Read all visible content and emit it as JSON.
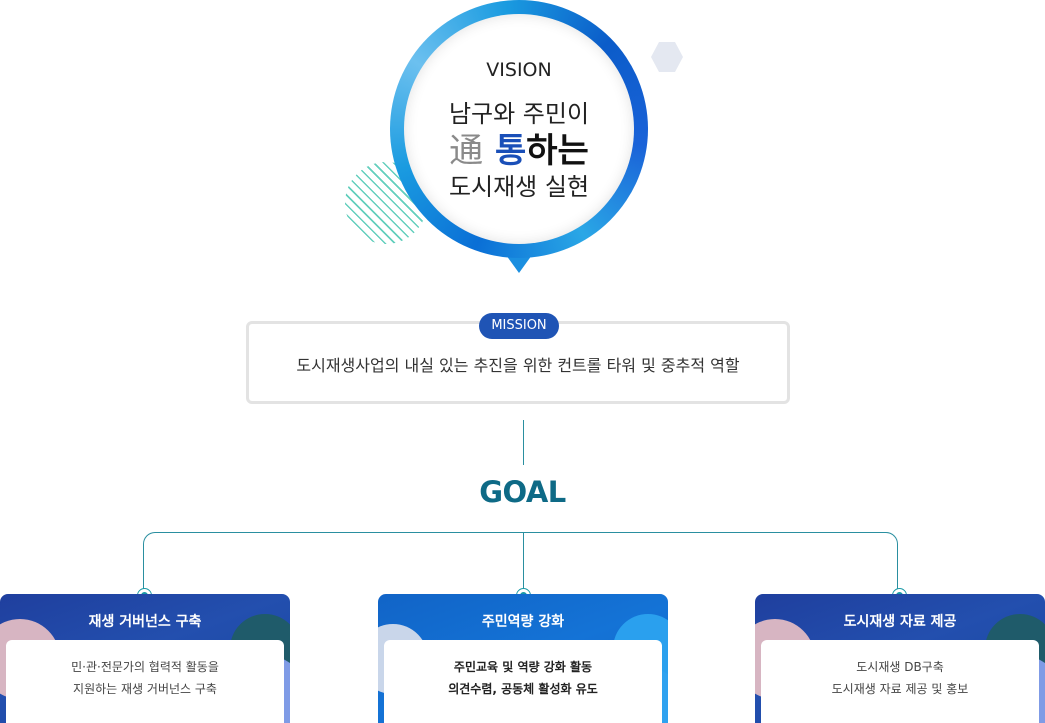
{
  "vision": {
    "eyebrow": "VISION",
    "line1": "남구와 주민이",
    "line2_hanja": "通",
    "line2_blue": "통",
    "line2_rest": "하는",
    "line3": "도시재생 실현",
    "colors": {
      "ring": "#1a9be0",
      "blue": "#1a4fb8"
    }
  },
  "mission": {
    "badge": "MISSION",
    "text": "도시재생사업의 내실 있는 추진을 위한 컨트롤 타워 및 중추적 역할",
    "badge_color": "#1f54b5"
  },
  "goal": {
    "title": "GOAL",
    "title_color": "#0e6a86",
    "cards": [
      {
        "title": "재생 거버넌스 구축",
        "line1": "민·관·전문가의 협력적 활동을",
        "line2": "지원하는 재생 거버넌스 구축"
      },
      {
        "title": "주민역량 강화",
        "line1": "주민교육 및 역량 강화 활동",
        "line2": "의견수렴, 공동체 활성화 유도"
      },
      {
        "title": "도시재생 자료 제공",
        "line1": "도시재생 DB구축",
        "line2": "도시재생 자료 제공 및 홍보"
      }
    ]
  }
}
